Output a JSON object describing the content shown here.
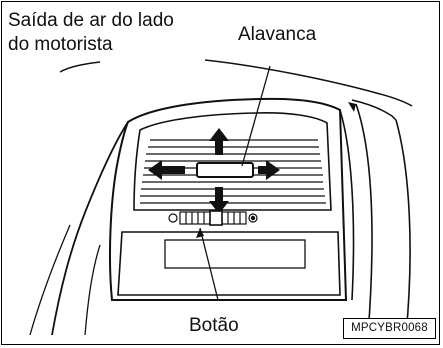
{
  "figure": {
    "title_line1": "Saída de ar do lado",
    "title_line2": "do motorista",
    "label_lever": "Alavanca",
    "label_button": "Botão",
    "figure_code": "MPCYBR0068"
  }
}
